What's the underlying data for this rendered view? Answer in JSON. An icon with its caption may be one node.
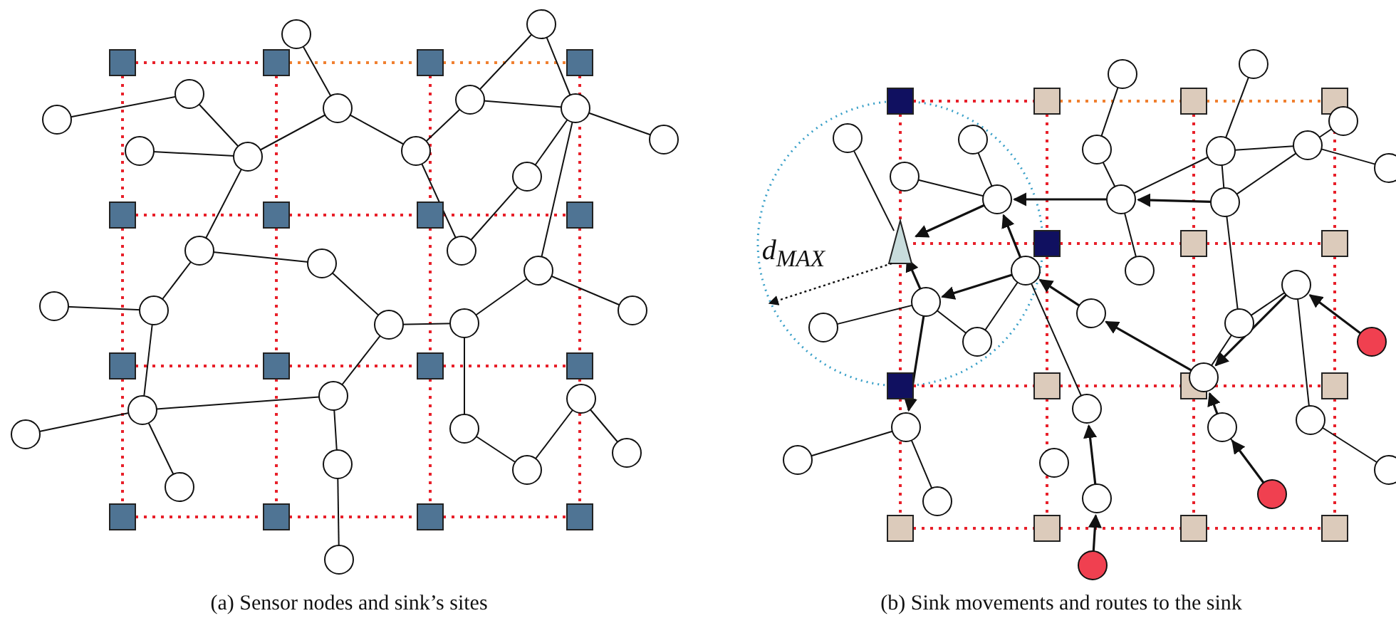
{
  "diagram": {
    "labels": [
      "d$_{MAX}$",
      "(a) Sensor nodes and sink’s sites",
      "(b) Sink movements and routes to the sink"
    ]
  }
}
